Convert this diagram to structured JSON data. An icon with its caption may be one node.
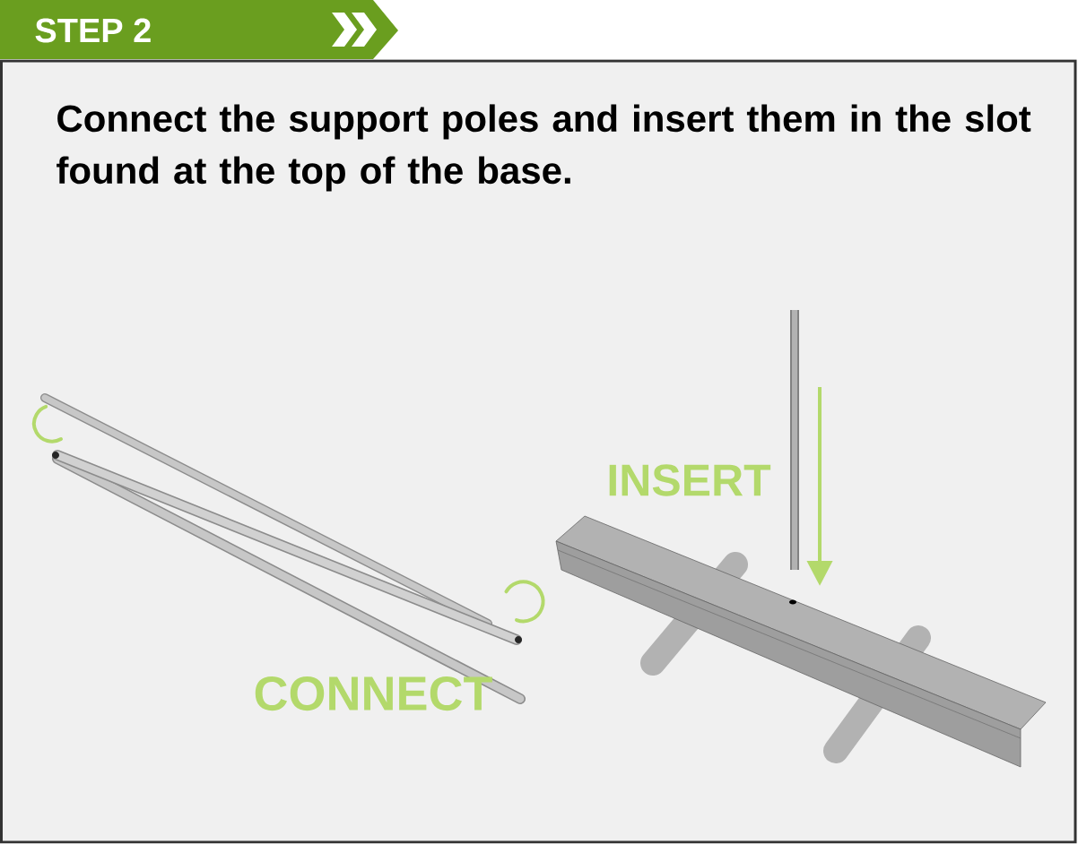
{
  "diagram": {
    "title": "STEP 2",
    "labels": [
      "Connect the support poles and insert them in the slot found at the top of the base.",
      "INSERT",
      "CONNECT"
    ]
  }
}
